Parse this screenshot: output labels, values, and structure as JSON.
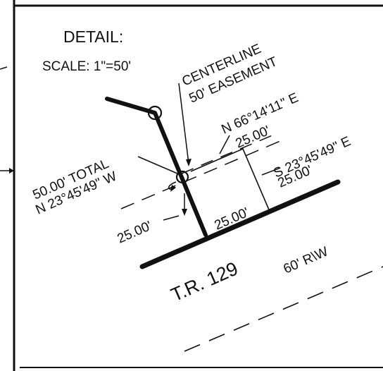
{
  "header": {
    "title": "DETAIL:",
    "scale": "SCALE: 1\"=50'"
  },
  "easement_callout": {
    "line1": "CENTERLINE",
    "line2": "50' EASEMENT"
  },
  "bearings": {
    "top": "N 66°14'11\" E",
    "top_distance": "25.00'",
    "right": "S 23°45'49\" E",
    "right_distance": "25.00'",
    "left_total": "50.00' TOTAL",
    "left_bearing": "N 23°45'49\" W",
    "bottom_left_distance": "25.00'",
    "bottom_distance": "25.00'"
  },
  "road": {
    "name": "T.R. 129",
    "row": "60' R\\W"
  },
  "colors": {
    "ink": "#111111",
    "paper": "#ffffff"
  }
}
